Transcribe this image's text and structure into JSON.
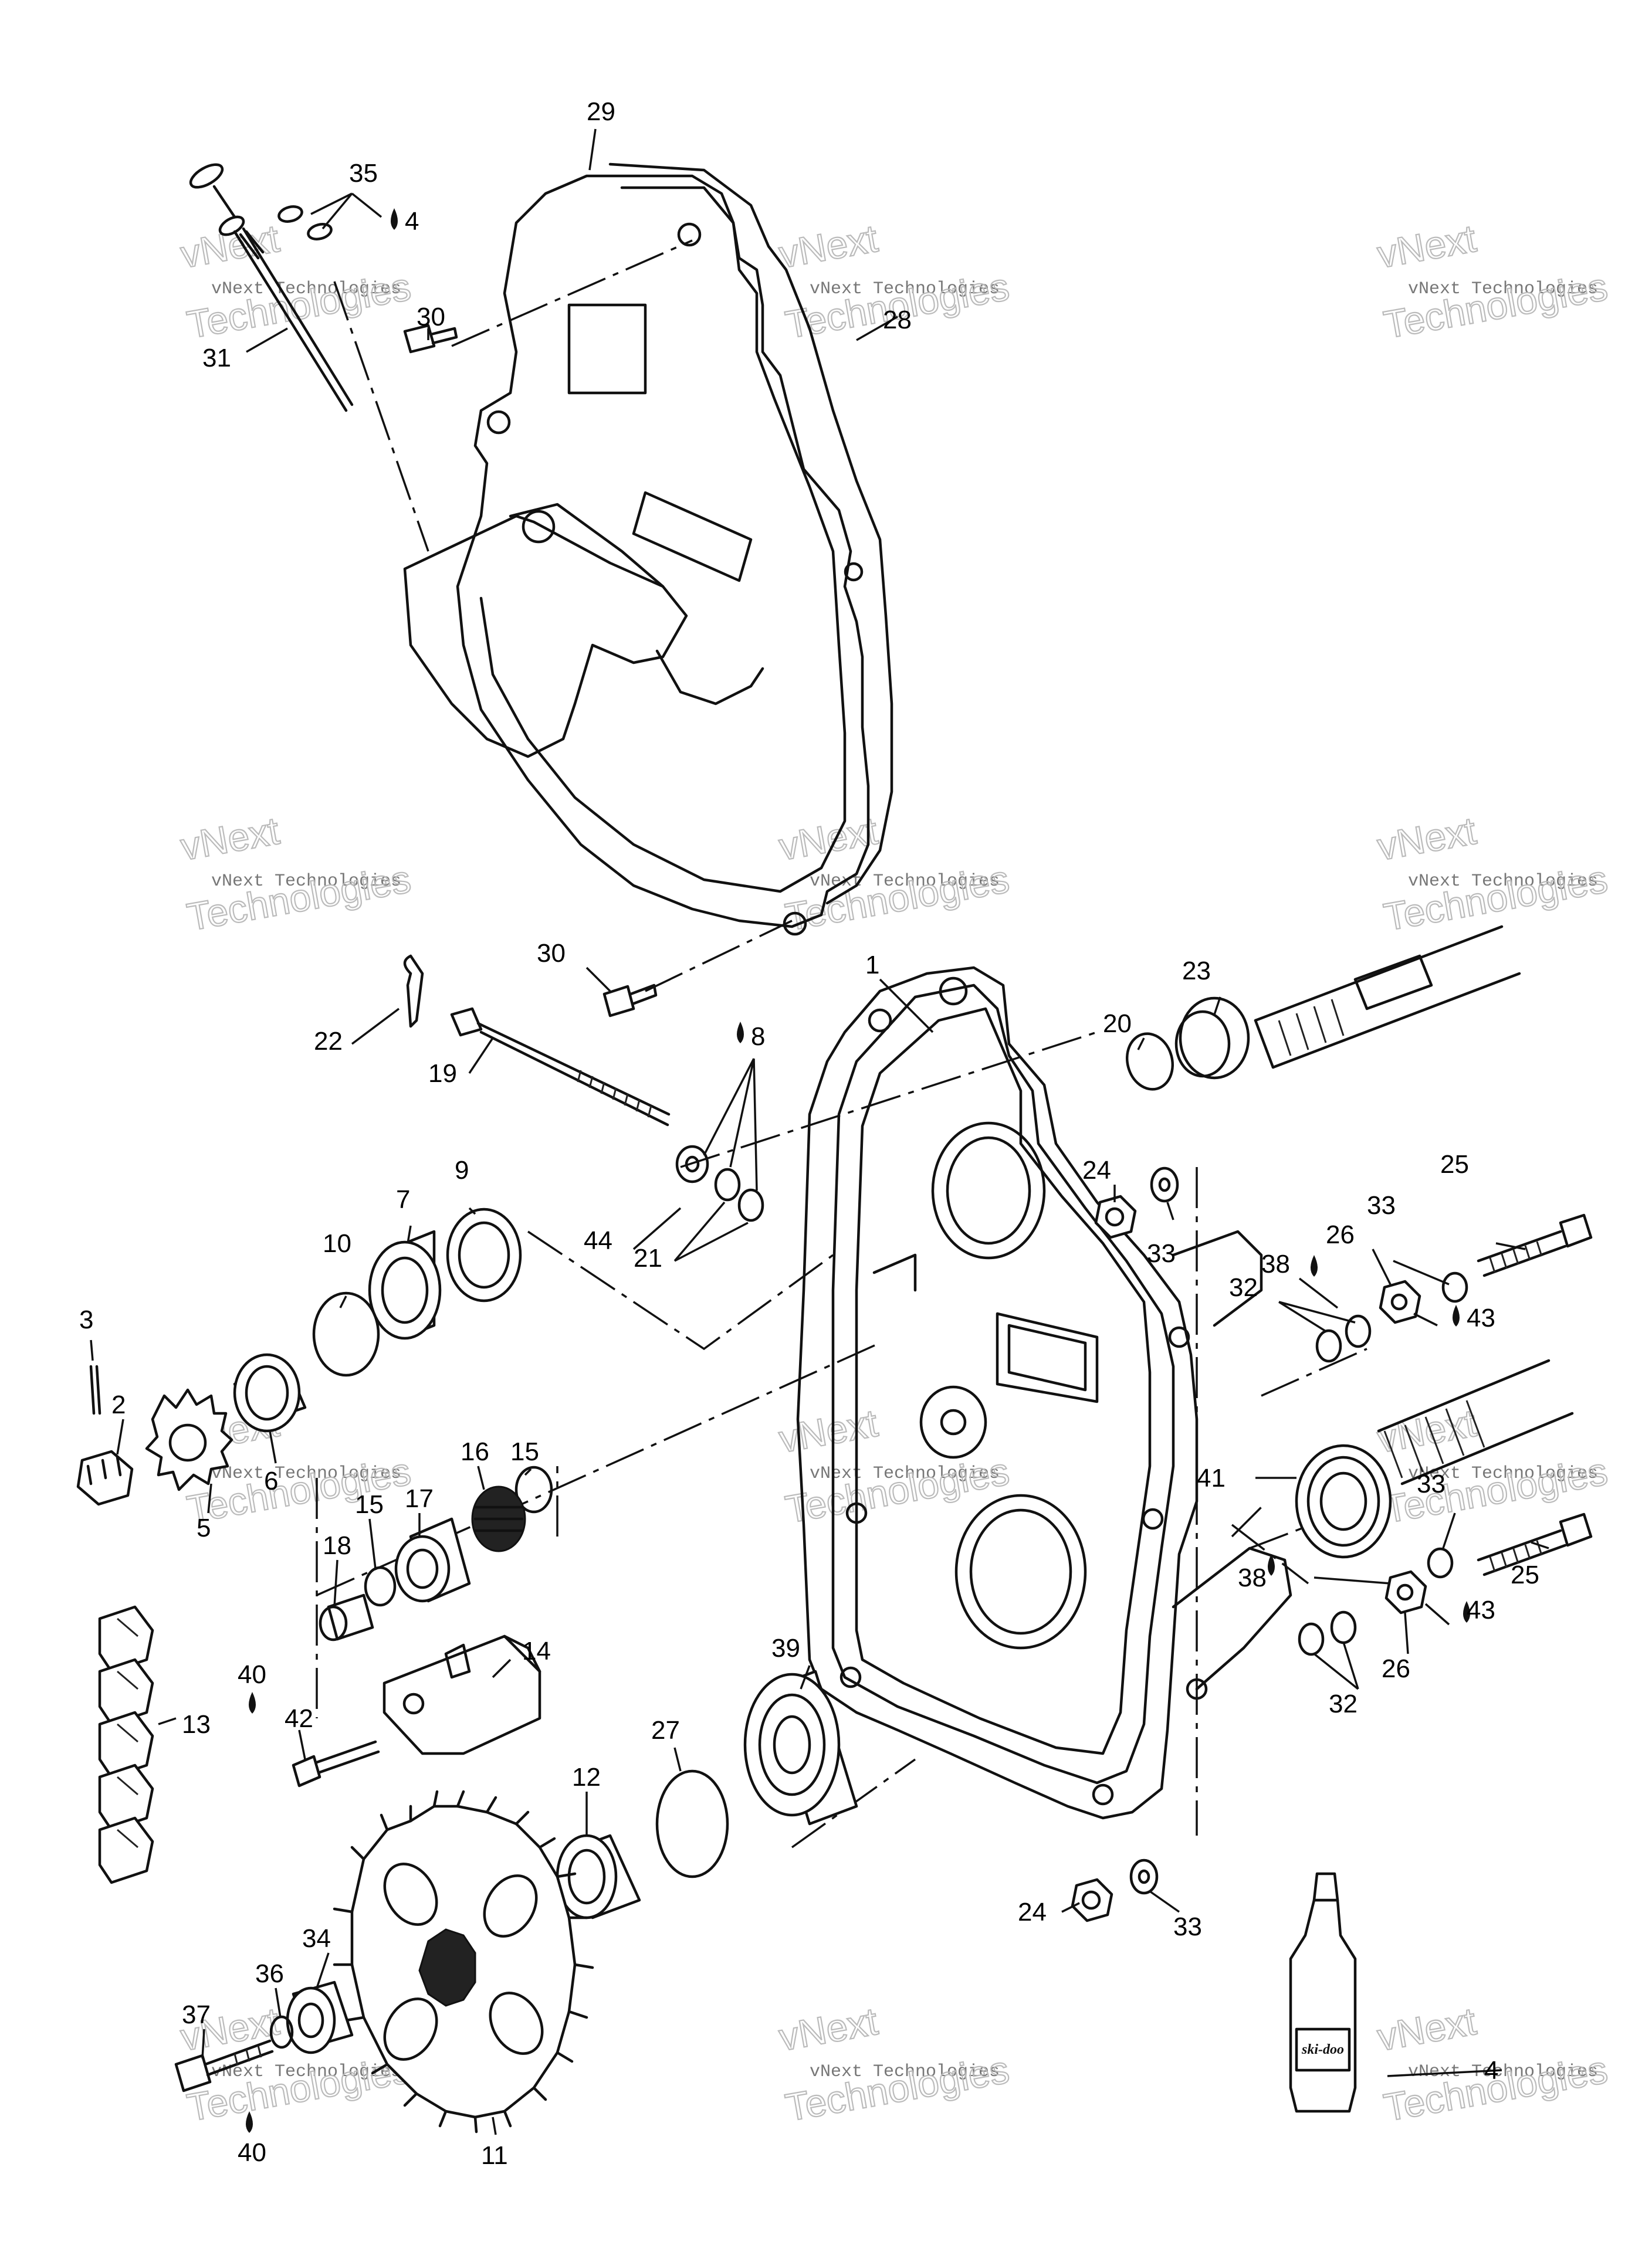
{
  "diagram": {
    "callouts": [
      "1",
      "2",
      "3",
      "4",
      "5",
      "6",
      "7",
      "8",
      "9",
      "10",
      "11",
      "12",
      "13",
      "14",
      "15",
      "16",
      "17",
      "18",
      "19",
      "20",
      "21",
      "22",
      "23",
      "24",
      "25",
      "26",
      "27",
      "28",
      "29",
      "30",
      "31",
      "32",
      "33",
      "34",
      "35",
      "36",
      "37",
      "38",
      "39",
      "40",
      "41",
      "42",
      "43",
      "44"
    ],
    "watermark": {
      "line1": "vNext Technologies",
      "line2": "vNext",
      "line3": "Technologies"
    },
    "bottle_label": "ski-doo"
  }
}
